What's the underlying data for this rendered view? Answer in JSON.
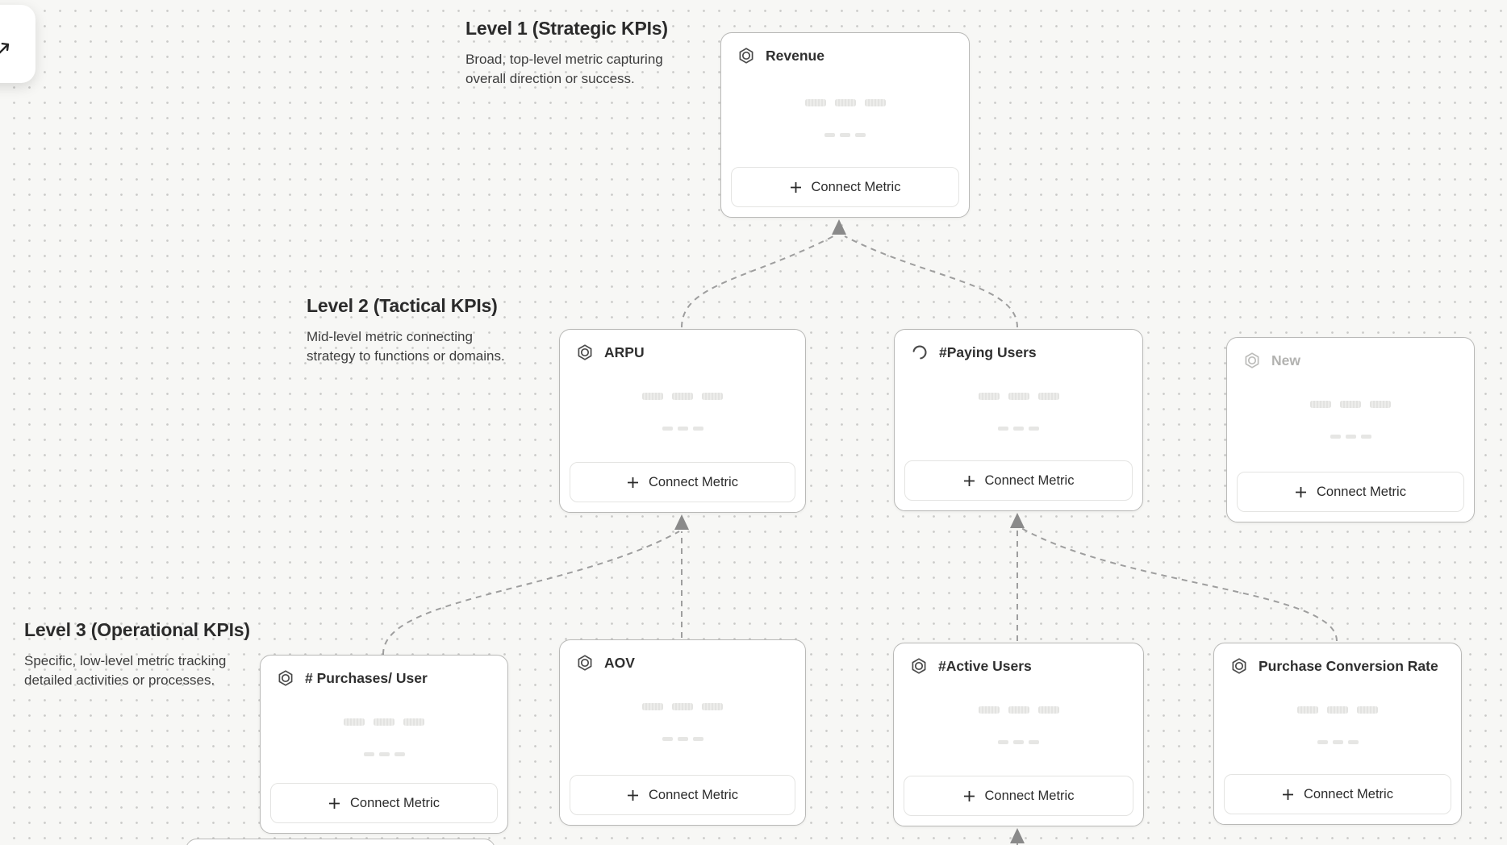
{
  "labels": {
    "connect_metric": "Connect Metric"
  },
  "sections": {
    "level1": {
      "title": "Level 1 (Strategic KPIs)",
      "description": "Broad, top-level metric capturing overall direction or success."
    },
    "level2": {
      "title": "Level 2 (Tactical KPIs)",
      "description": "Mid-level metric connecting strategy to functions or domains."
    },
    "level3": {
      "title": "Level 3 (Operational KPIs)",
      "description": "Specific, low-level metric tracking detailed activities or processes."
    }
  },
  "nodes": {
    "revenue": {
      "title": "Revenue",
      "icon": "hexagon-metric-icon",
      "state": "default"
    },
    "arpu": {
      "title": "ARPU",
      "icon": "hexagon-metric-icon",
      "state": "default"
    },
    "paying_users": {
      "title": "#Paying Users",
      "icon": "spinner-icon",
      "state": "loading"
    },
    "new_metric": {
      "title": "New",
      "icon": "hexagon-metric-icon",
      "state": "draft"
    },
    "purchases_per_user": {
      "title": "# Purchases/ User",
      "icon": "hexagon-metric-icon",
      "state": "default"
    },
    "aov": {
      "title": "AOV",
      "icon": "hexagon-metric-icon",
      "state": "default"
    },
    "active_users": {
      "title": "#Active Users",
      "icon": "hexagon-metric-icon",
      "state": "default"
    },
    "purchase_conversion_rate": {
      "title": "Purchase Conversion Rate",
      "icon": "hexagon-metric-icon",
      "state": "default"
    }
  },
  "colors": {
    "canvas_bg": "#f7f7f5",
    "grid_dot": "#c9c9c7",
    "card_border": "#b9b9b7",
    "connector": "#9e9e9e",
    "arrowhead": "#8a8a8a",
    "title_text": "#2f2f2f",
    "draft_text": "#b2b2b0"
  }
}
